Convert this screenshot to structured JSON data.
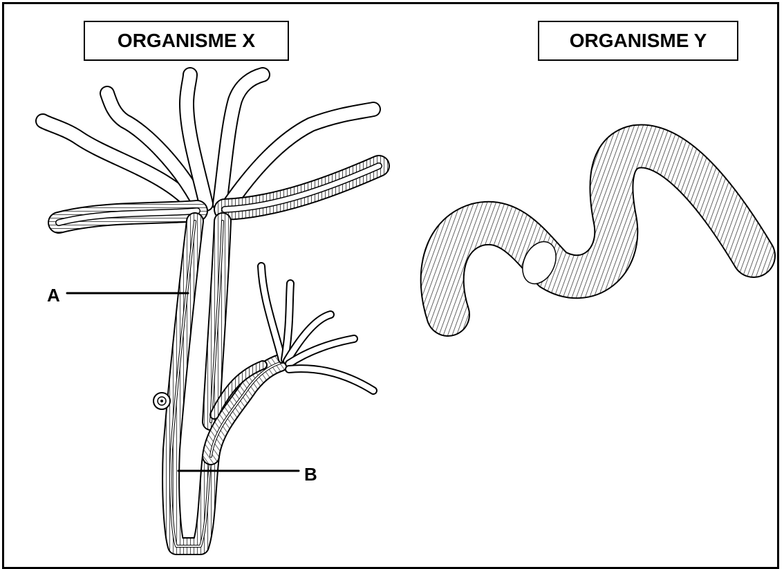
{
  "organism_x": {
    "title": "ORGANISME X"
  },
  "organism_y": {
    "title": "ORGANISME Y"
  },
  "labels": {
    "a": "A",
    "b": "B"
  },
  "colors": {
    "line": "#000000",
    "background": "#ffffff"
  }
}
